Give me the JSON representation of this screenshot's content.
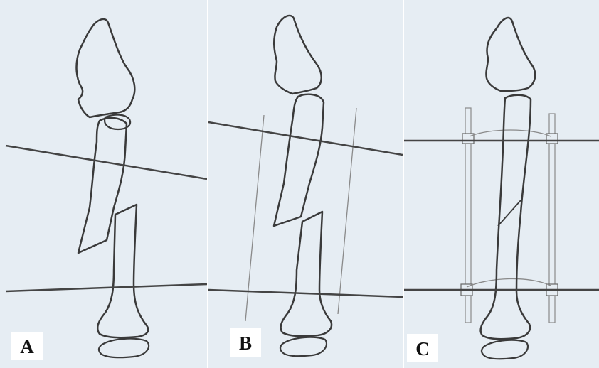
{
  "panels": [
    {
      "label": "A"
    },
    {
      "label": "B"
    },
    {
      "label": "C"
    }
  ],
  "colors": {
    "paper": "#e6edf3",
    "bone_outline": "#3a3a3a",
    "guide_line": "#444444",
    "pencil_line": "#8a8a8a",
    "label_background": "#ffffff"
  }
}
